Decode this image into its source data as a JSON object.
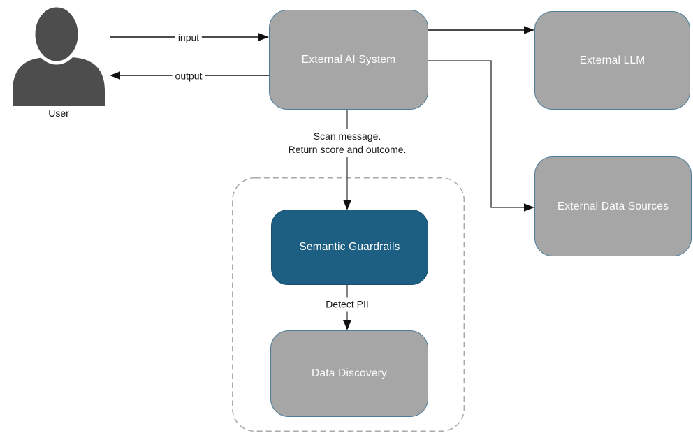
{
  "diagram": {
    "nodes": {
      "user": {
        "label": "User"
      },
      "external_ai_system": {
        "label": "External AI System"
      },
      "external_llm": {
        "label": "External LLM"
      },
      "external_data_sources": {
        "label": "External Data Sources"
      },
      "semantic_guardrails": {
        "label": "Semantic Guardrails"
      },
      "data_discovery": {
        "label": "Data Discovery"
      }
    },
    "edges": {
      "input": {
        "label": "input"
      },
      "output": {
        "label": "output"
      },
      "scan": {
        "line1": "Scan message.",
        "line2": "Return score and outcome."
      },
      "detect_pii": {
        "label": "Detect PII"
      }
    },
    "colors": {
      "node_fill": "#a6a6a6",
      "node_border": "#4e7d99",
      "accent_fill": "#1d5f82",
      "accent_border": "#174f6d",
      "container_border": "#a9a9a9",
      "connector_primary": "#000000",
      "connector_secondary": "#595959",
      "node_text": "#fdfdfd",
      "label_text": "#1a1a1a",
      "user_icon": "#4d4d4d"
    }
  }
}
